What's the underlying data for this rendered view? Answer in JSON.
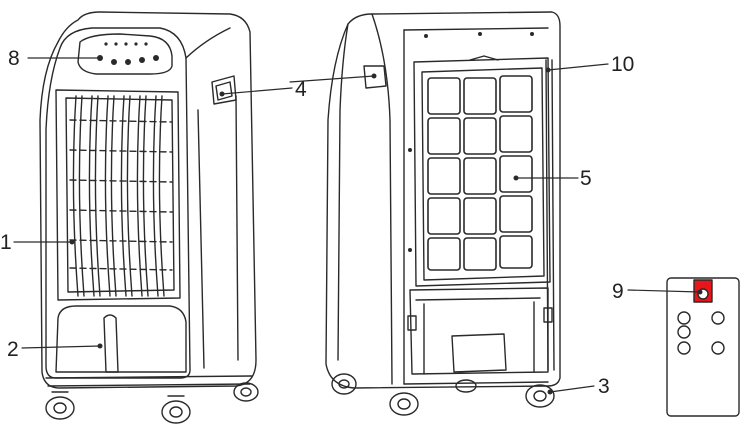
{
  "callouts": {
    "c1": "1",
    "c2": "2",
    "c3": "3",
    "c4": "4",
    "c5": "5",
    "c8": "8",
    "c9": "9",
    "c10": "10"
  },
  "colors": {
    "line": "#2a2a2a",
    "remote_button": "#e8151b",
    "background": "#ffffff"
  },
  "icons": [
    "fan-grille-icon",
    "water-tank-icon",
    "caster-wheel-icon",
    "handle-icon",
    "filter-grid-icon",
    "control-panel-icon",
    "remote-control-icon"
  ]
}
